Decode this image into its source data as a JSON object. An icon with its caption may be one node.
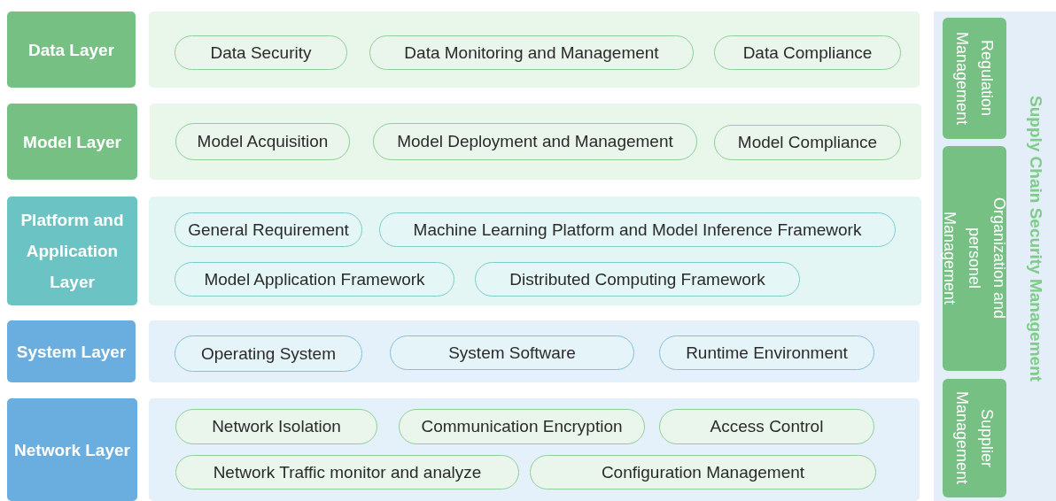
{
  "diagram": {
    "nodes": [
      {
        "text": [
          "Data Layer"
        ]
      },
      {
        "text": [],
        "shape": "box"
      },
      {
        "text": [
          "Data Security"
        ],
        "in": 1
      },
      {
        "text": [
          "Data Monitoring and Management"
        ],
        "in": 1
      },
      {
        "text": [
          "Data Compliance"
        ],
        "in": 1
      },
      {
        "text": [
          "Model Layer"
        ]
      },
      {
        "text": [],
        "shape": "box"
      },
      {
        "text": [
          "Model Acquisition"
        ],
        "in": 6
      },
      {
        "text": [
          "Model Deployment and Management"
        ],
        "in": 6
      },
      {
        "text": [
          "Model Compliance"
        ],
        "in": 6
      },
      {
        "text": [
          "Platform and Application Layer"
        ]
      },
      {
        "text": [],
        "shape": "box"
      },
      {
        "text": [
          "General Requirement"
        ],
        "in": 11
      },
      {
        "text": [
          "Machine Learning Platform and Model Inference Framework"
        ],
        "in": 11
      },
      {
        "text": [
          "Model Application Framework"
        ],
        "in": 11
      },
      {
        "text": [
          "Distributed Computing Framework"
        ],
        "in": 11
      },
      {
        "text": [
          "System Layer"
        ]
      },
      {
        "text": [],
        "shape": "box"
      },
      {
        "text": [
          "Operating System"
        ],
        "in": 17
      },
      {
        "text": [
          "System Software"
        ],
        "in": 17
      },
      {
        "text": [
          "Runtime Environment"
        ],
        "in": 17
      },
      {
        "text": [
          "Network Layer"
        ]
      },
      {
        "text": [],
        "shape": "box"
      },
      {
        "text": [
          "Network Isolation"
        ],
        "in": 22
      },
      {
        "text": [
          "Communication Encryption"
        ],
        "in": 22
      },
      {
        "text": [
          "Access Control"
        ],
        "in": 22
      },
      {
        "text": [
          "Network Traffic monitor and analyze"
        ],
        "in": 22
      },
      {
        "text": [
          "Configuration Management"
        ],
        "in": 22
      },
      {
        "text": [
          "Supply Chain Security Management"
        ]
      },
      {
        "text": [
          "Regulation Management"
        ],
        "in": 28
      },
      {
        "text": [
          "Organization and personel Management"
        ],
        "in": 28
      },
      {
        "text": [
          "Supplier Management"
        ],
        "in": 28
      }
    ]
  }
}
